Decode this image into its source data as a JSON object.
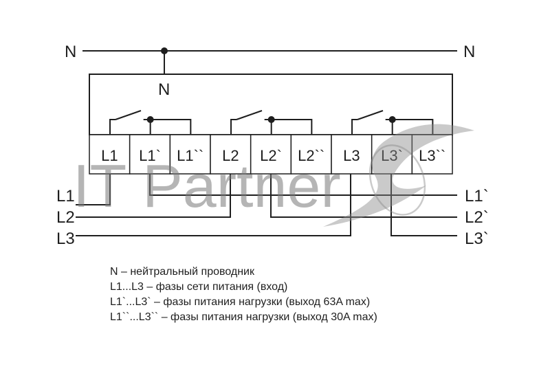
{
  "neutral": {
    "left_label": "N",
    "right_label": "N",
    "tap_label": "N"
  },
  "terminals": [
    "L1",
    "L1`",
    "L1``",
    "L2",
    "L2`",
    "L2``",
    "L3",
    "L3`",
    "L3``"
  ],
  "left_lines": [
    "L1",
    "L2",
    "L3"
  ],
  "right_lines": [
    "L1`",
    "L2`",
    "L3`"
  ],
  "watermark": "IT Partner",
  "legend": [
    "N – нейтральный проводник",
    "L1...L3 – фазы сети питания (вход)",
    "L1`...L3` – фазы питания нагрузки (выход 63A max)",
    "L1``...L3`` – фазы питания нагрузки (выход 30A max)"
  ]
}
